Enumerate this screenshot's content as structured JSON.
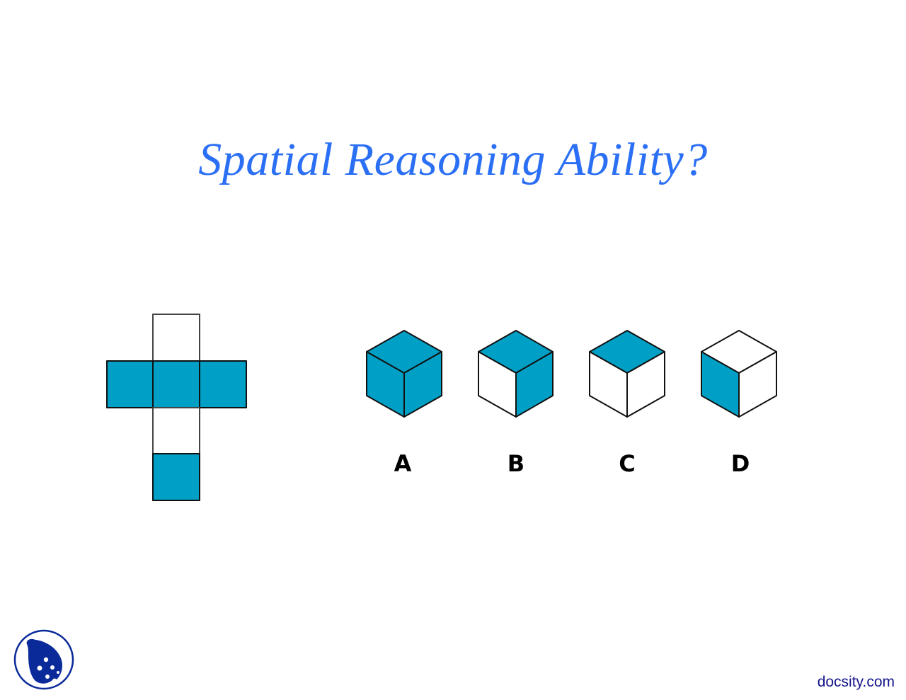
{
  "slide": {
    "title": "Spatial Reasoning Ability?",
    "colors": {
      "title": "#2b6ff5",
      "face_fill": "#00a0c6",
      "outline": "#111111",
      "brand": "#14148c"
    }
  },
  "net": {
    "description": "Cube net (cross shape): top white, middle row of three blue squares, white below, blue at bottom",
    "faces": [
      {
        "position": "top",
        "fill": "white"
      },
      {
        "position": "middle-left",
        "fill": "blue"
      },
      {
        "position": "middle-center",
        "fill": "blue"
      },
      {
        "position": "middle-right",
        "fill": "blue"
      },
      {
        "position": "below-center",
        "fill": "white"
      },
      {
        "position": "bottom",
        "fill": "blue"
      }
    ]
  },
  "options": [
    {
      "label": "A",
      "top": "blue",
      "left": "blue",
      "right": "blue"
    },
    {
      "label": "B",
      "top": "blue",
      "left": "white",
      "right": "blue"
    },
    {
      "label": "C",
      "top": "blue",
      "left": "white",
      "right": "white"
    },
    {
      "label": "D",
      "top": "white",
      "left": "blue",
      "right": "white"
    }
  ],
  "footer": {
    "logo": "docsity-logo-icon",
    "brand_text": "docsity.com"
  }
}
